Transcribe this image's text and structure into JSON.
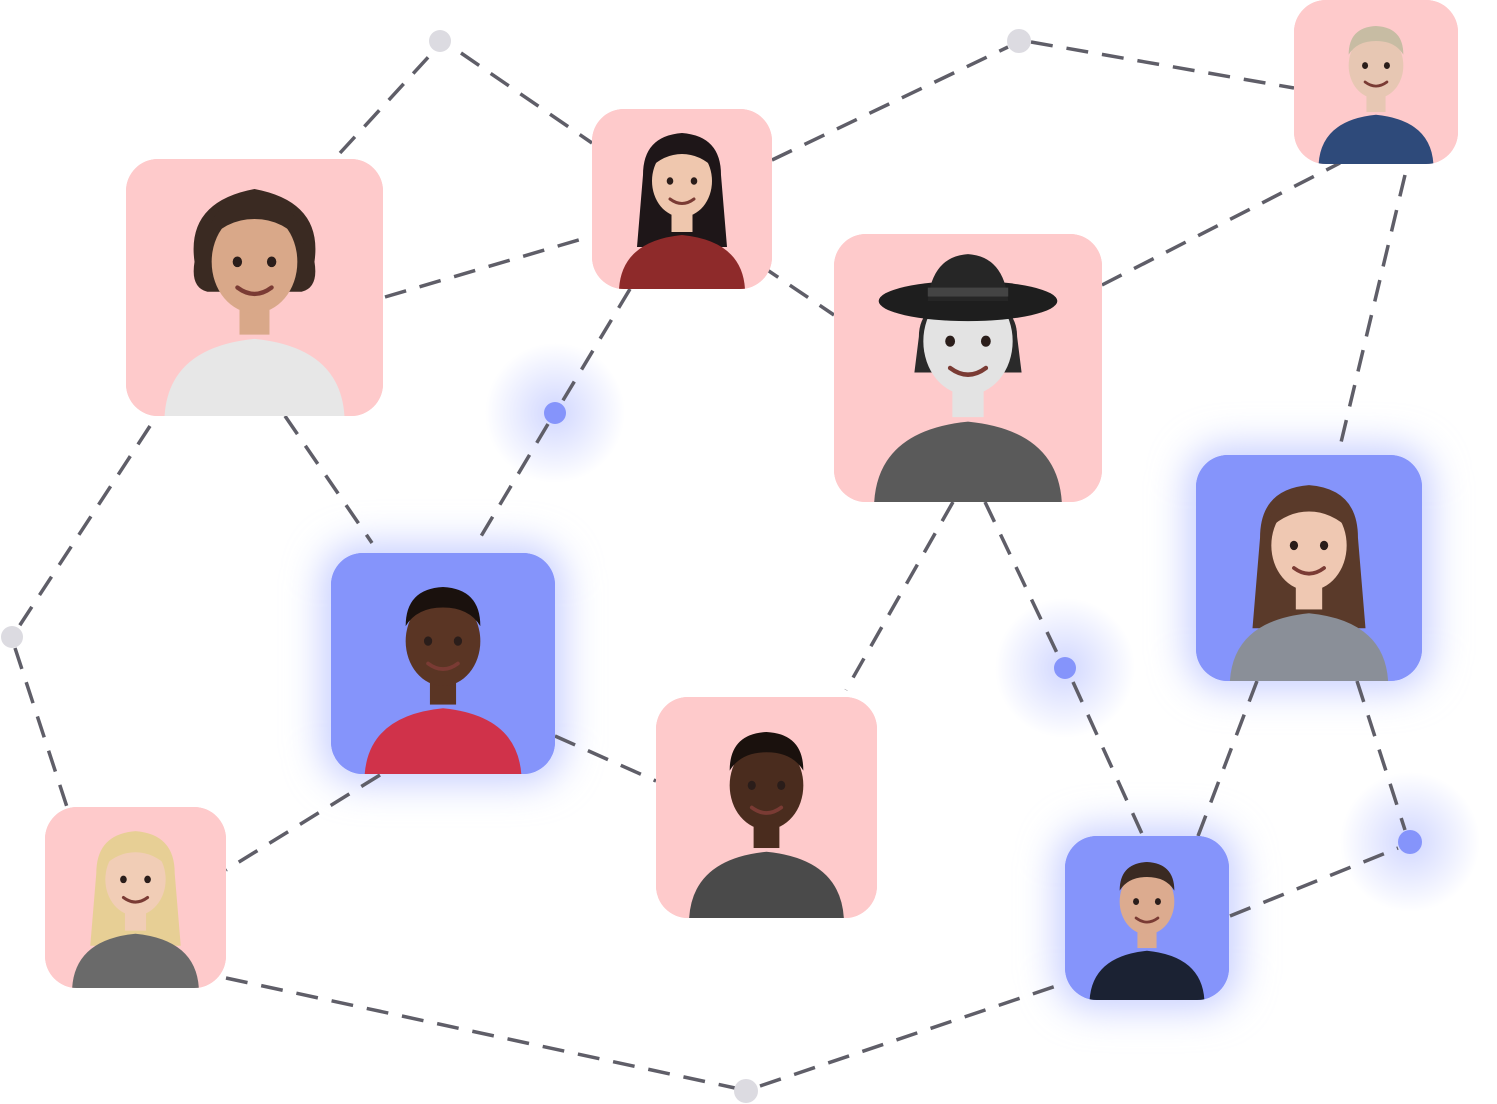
{
  "colors": {
    "pink_tile": "#fecacb",
    "blue_tile": "#8594fb",
    "edge": "#5f5e68",
    "gray_dot": "#dcdbe1",
    "blue_dot": "#8594fb",
    "blue_glow": "#c9d0ff"
  },
  "people": [
    {
      "id": "woman-curly-hair",
      "tile": "pink",
      "skin": "#d9a889",
      "hair": "#3a2a22",
      "shirt": "#e7e7e7",
      "hair_style": "curly-short",
      "icon": "avatar-icon"
    },
    {
      "id": "woman-smiling-dark-hair",
      "tile": "pink",
      "skin": "#efc7ae",
      "hair": "#1e1618",
      "shirt": "#8e2a2a",
      "hair_style": "long",
      "icon": "avatar-icon"
    },
    {
      "id": "man-glasses-blond",
      "tile": "pink",
      "skin": "#e7c7b3",
      "hair": "#c7bca3",
      "shirt": "#2e4a7a",
      "hair_style": "short",
      "icon": "avatar-icon"
    },
    {
      "id": "woman-black-hat",
      "tile": "pink",
      "skin": "#e3e3e3",
      "hair": "#2a2a2a",
      "shirt": "#5a5a5a",
      "hair_style": "hat",
      "icon": "avatar-icon"
    },
    {
      "id": "young-man-plaid-shirt",
      "tile": "blue",
      "skin": "#5a3524",
      "hair": "#1a110d",
      "shirt": "#d0324a",
      "hair_style": "short",
      "icon": "avatar-icon"
    },
    {
      "id": "woman-long-brown-hair",
      "tile": "blue",
      "skin": "#efc8b2",
      "hair": "#5a3a2a",
      "shirt": "#8a8f98",
      "hair_style": "long",
      "icon": "avatar-icon"
    },
    {
      "id": "man-glasses-hoodie",
      "tile": "pink",
      "skin": "#4a2c1e",
      "hair": "#1a110d",
      "shirt": "#4a4a4a",
      "hair_style": "short",
      "icon": "avatar-icon"
    },
    {
      "id": "woman-blonde",
      "tile": "pink",
      "skin": "#f1cdb6",
      "hair": "#e7cf95",
      "shirt": "#6a6a6a",
      "hair_style": "long",
      "icon": "avatar-icon"
    },
    {
      "id": "man-beard-polo",
      "tile": "blue",
      "skin": "#dcab8f",
      "hair": "#3a2a22",
      "shirt": "#1b2233",
      "hair_style": "short",
      "icon": "avatar-icon"
    }
  ]
}
